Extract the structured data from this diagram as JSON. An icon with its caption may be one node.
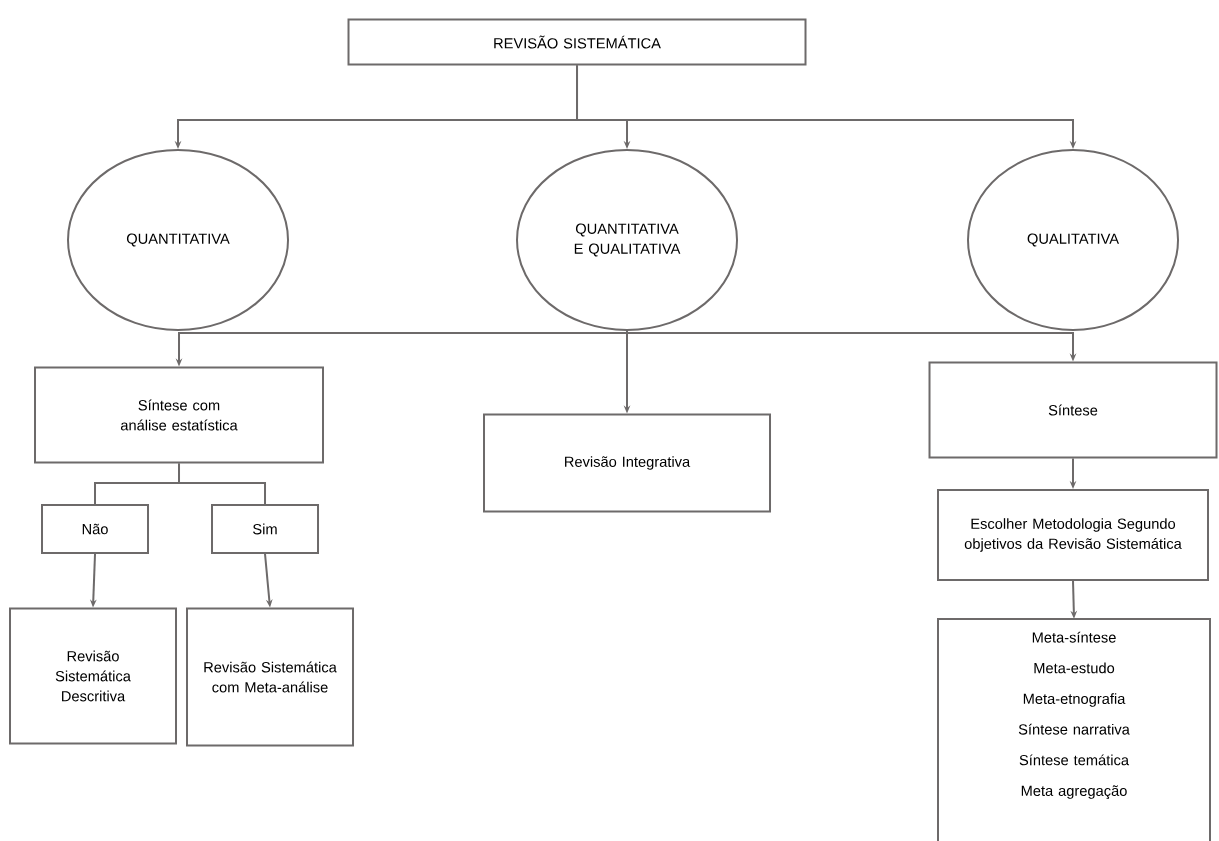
{
  "diagram": {
    "nodes": [
      {
        "text": [
          "REVISÃO SISTEMÁTICA"
        ]
      },
      {
        "text": [
          "QUANTITATIVA"
        ]
      },
      {
        "text": [
          "QUANTITATIVA E QUALITATIVA"
        ]
      },
      {
        "text": [
          "QUALITATIVA"
        ]
      },
      {
        "text": [
          "Síntese com análise estatística"
        ]
      },
      {
        "text": [
          "Revisão Integrativa"
        ]
      },
      {
        "text": [
          "Síntese"
        ]
      },
      {
        "text": [
          "Não"
        ]
      },
      {
        "text": [
          "Sim"
        ]
      },
      {
        "text": [
          "Revisão Sistemática Descritiva"
        ]
      },
      {
        "text": [
          "Revisão Sistemática com Meta-análise"
        ]
      },
      {
        "text": [
          "Escolher Metodologia Segundo objetivos da Revisão Sistemática"
        ]
      },
      {
        "text": [
          "Meta-síntese",
          "Meta-estudo",
          "Meta-etnografia",
          "Síntese narrativa",
          "Síntese temática",
          "Meta agregação"
        ]
      }
    ],
    "edges": [
      {
        "from": 0,
        "to": 1,
        "arrow": "to"
      },
      {
        "from": 0,
        "to": 2,
        "arrow": "to"
      },
      {
        "from": 0,
        "to": 3,
        "arrow": "to"
      },
      {
        "from": 2,
        "to": 4,
        "arrow": "to"
      },
      {
        "from": 2,
        "to": 5,
        "arrow": "to"
      },
      {
        "from": 2,
        "to": 6,
        "arrow": "to"
      },
      {
        "from": 4,
        "to": 7,
        "arrow": "none"
      },
      {
        "from": 4,
        "to": 8,
        "arrow": "none"
      },
      {
        "from": 7,
        "to": 9,
        "arrow": "to"
      },
      {
        "from": 8,
        "to": 10,
        "arrow": "to"
      },
      {
        "from": 6,
        "to": 11,
        "arrow": "to"
      },
      {
        "from": 11,
        "to": 12,
        "arrow": "to"
      }
    ]
  }
}
